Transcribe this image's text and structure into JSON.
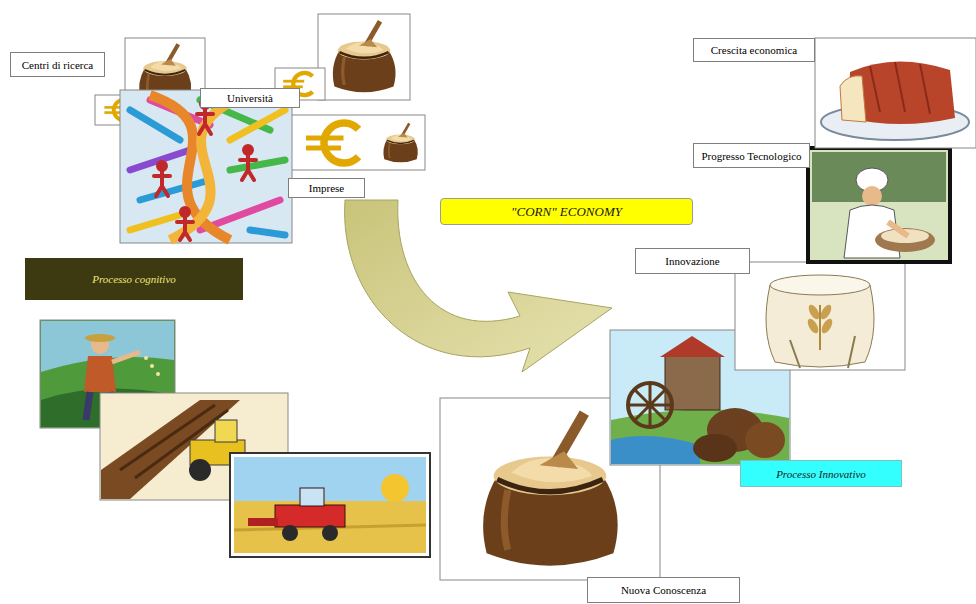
{
  "diagram": {
    "nodes": [
      {
        "text": [
          "Centri di ricerca"
        ]
      },
      {
        "text": [
          "Università"
        ]
      },
      {
        "text": [
          "Imprese"
        ]
      },
      {
        "text": [
          "Crescita economica"
        ]
      },
      {
        "text": [
          "Progresso Tecnologico"
        ]
      },
      {
        "text": [
          "\"CORN\" ECONOMY"
        ]
      },
      {
        "text": [
          "Innovazione"
        ]
      },
      {
        "text": [
          "Processo cognitivo"
        ]
      },
      {
        "text": [
          "Processo Innovativo"
        ]
      },
      {
        "text": [
          "Nuova Conoscenza"
        ]
      }
    ]
  }
}
